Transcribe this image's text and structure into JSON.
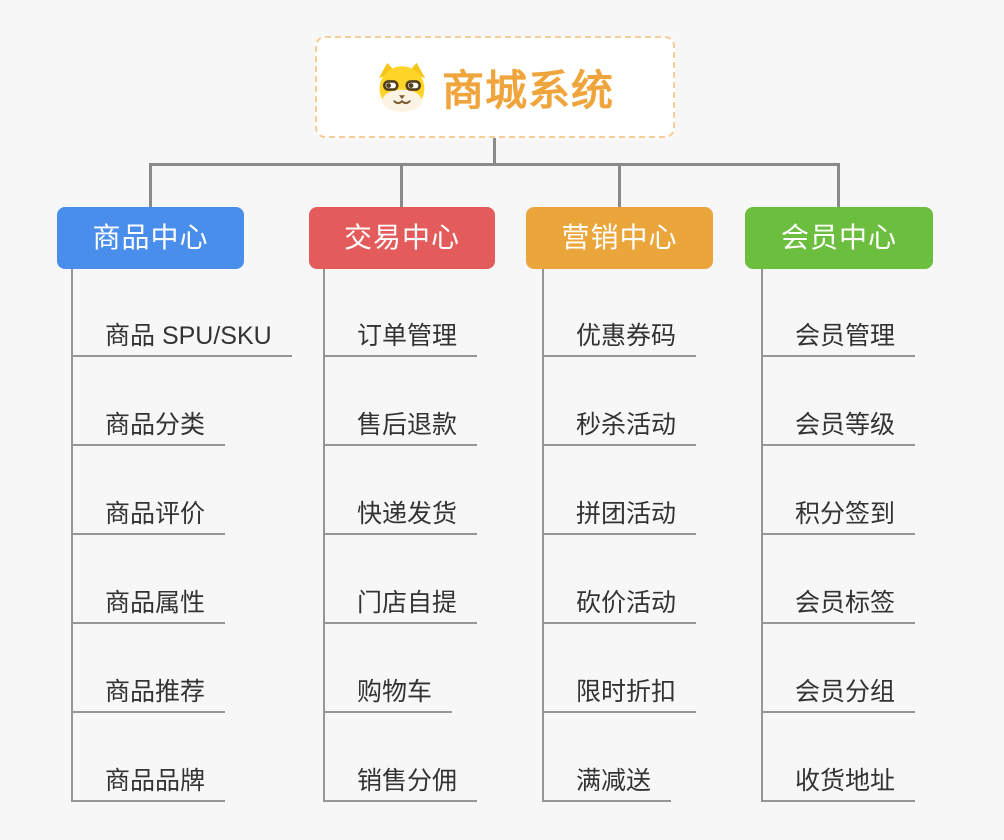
{
  "canvas": {
    "background": "#F7F7F7"
  },
  "root": {
    "title": "商城系统",
    "title_color": "#F0A43C",
    "border_color": "#F6CD96",
    "background": "#FFFFFF",
    "icon": "dog-avatar-icon"
  },
  "connectors": {
    "color": "#8A8A8A"
  },
  "leaf_style": {
    "text_color": "#333333",
    "line_color": "#969696"
  },
  "branches": [
    {
      "label": "商品中心",
      "color": "#4A8EEC",
      "children": [
        "商品 SPU/SKU",
        "商品分类",
        "商品评价",
        "商品属性",
        "商品推荐",
        "商品品牌"
      ]
    },
    {
      "label": "交易中心",
      "color": "#E45B5B",
      "children": [
        "订单管理",
        "售后退款",
        "快递发货",
        "门店自提",
        "购物车",
        "销售分佣"
      ]
    },
    {
      "label": "营销中心",
      "color": "#EBA63B",
      "children": [
        "优惠券码",
        "秒杀活动",
        "拼团活动",
        "砍价活动",
        "限时折扣",
        "满减送"
      ]
    },
    {
      "label": "会员中心",
      "color": "#6CBE3F",
      "children": [
        "会员管理",
        "会员等级",
        "积分签到",
        "会员标签",
        "会员分组",
        "收货地址"
      ]
    }
  ]
}
